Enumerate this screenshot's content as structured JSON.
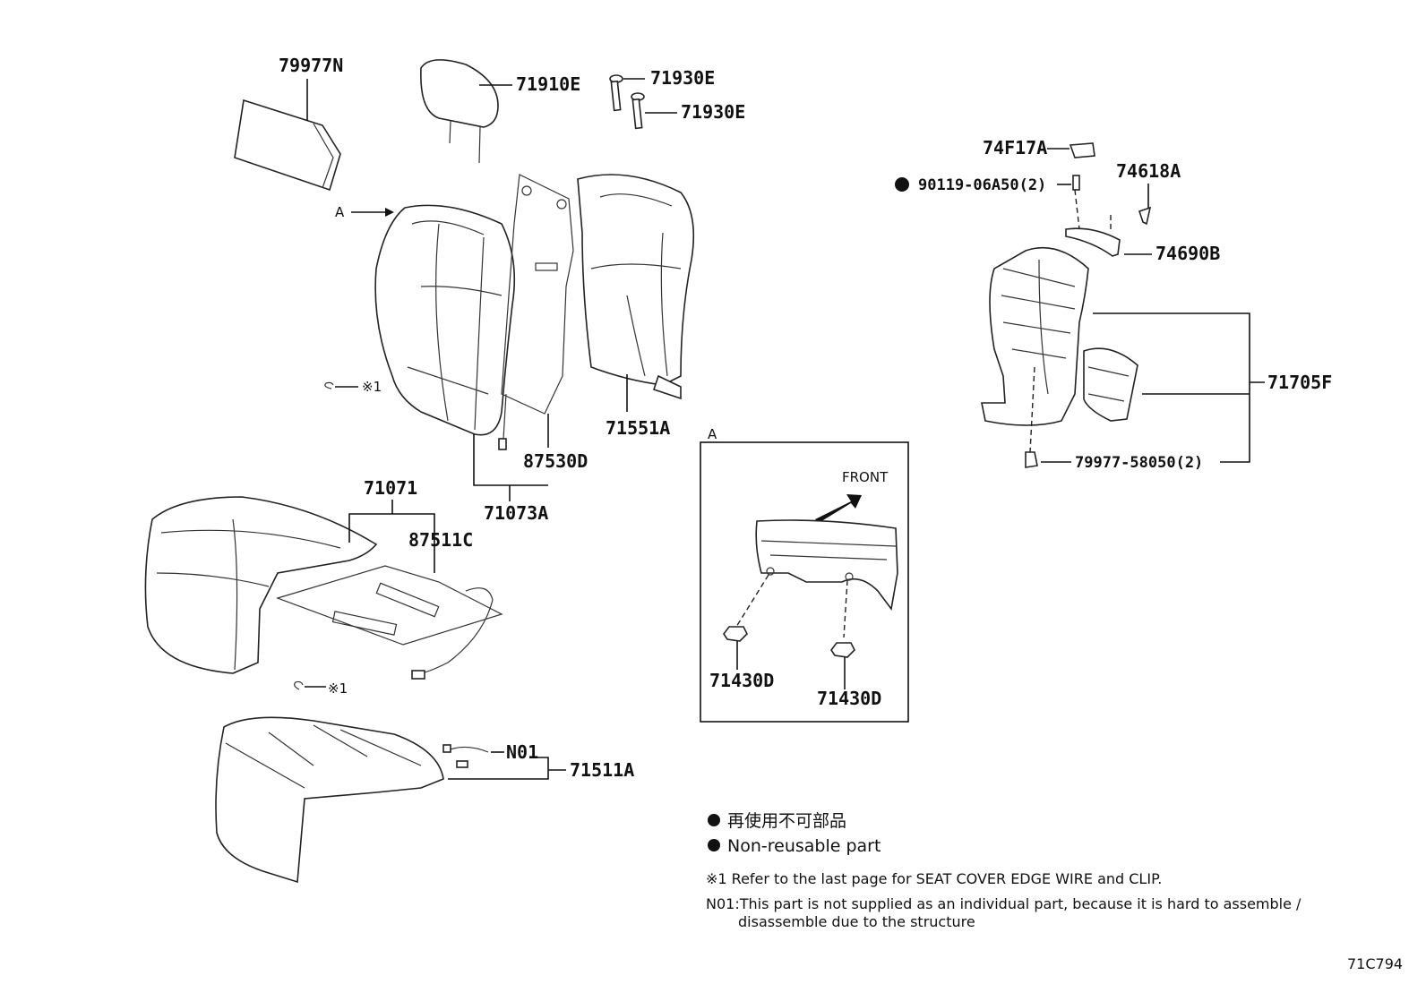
{
  "labels": {
    "p79977N": "79977N",
    "p71910E": "71910E",
    "p71930E_a": "71930E",
    "p71930E_b": "71930E",
    "p74F17A": "74F17A",
    "p90119": "90119-06A50(2)",
    "p74618A": "74618A",
    "p74690B": "74690B",
    "p71705F": "71705F",
    "p79977_58050": "79977-58050(2)",
    "p71551A": "71551A",
    "p87530D": "87530D",
    "p71073A": "71073A",
    "p71071": "71071",
    "p87511C": "87511C",
    "p71511A": "71511A",
    "pN01": "N01",
    "p71430D_a": "71430D",
    "p71430D_b": "71430D",
    "arrowA": "A",
    "insetA": "A",
    "front": "FRONT",
    "ref1_back": "※1",
    "ref1_cushion": "※1"
  },
  "legend": {
    "non_reusable_jp": "再使用不可部品",
    "non_reusable_en": "Non-reusable part"
  },
  "notes": {
    "note1": "※1 Refer to the last page for SEAT COVER EDGE WIRE and CLIP.",
    "noteN01_line1": "N01:This part is not supplied as an individual part, because it is hard to assemble /",
    "noteN01_line2": "disassemble due to the structure"
  },
  "diagram_code": "71C794"
}
